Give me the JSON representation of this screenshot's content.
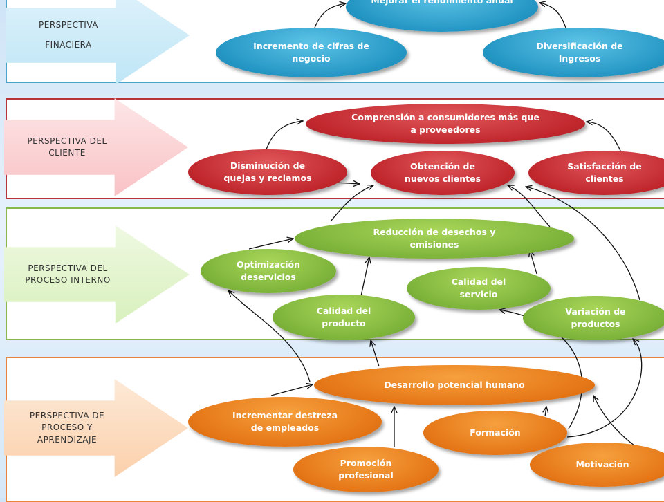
{
  "perspectives": {
    "financiera": {
      "line1": "PERSPECTIVA",
      "line2": "FINACIERA",
      "color": "#4aa3c9"
    },
    "cliente": {
      "line1": "PERSPECTIVA DEL",
      "line2": "CLIENTE",
      "color": "#b8333a"
    },
    "interno": {
      "line1": "PERSPECTIVA DEL",
      "line2": "PROCESO INTERNO",
      "color": "#86b84a"
    },
    "aprendizaje": {
      "line1": "PERSPECTIVA DE",
      "line2": "PROCESO Y",
      "line3": "APRENDIZAJE",
      "color": "#e8853a"
    }
  },
  "nodes": {
    "mejorar": "Mejorar el rendimiento anual",
    "incremento_cifras": "Incremento de cifras de negocio",
    "diversificacion": "Diversificación de Ingresos",
    "comprension": "Comprensión a consumidores más que a proveedores",
    "disminucion": "Disminución de quejas y reclamos",
    "obtencion": "Obtención de nuevos clientes",
    "satisfaccion": "Satisfacción de clientes",
    "reduccion": "Reducción de desechos y emisiones",
    "optimizacion": "Optimización deservicios",
    "calidad_servicio": "Calidad del servicio",
    "calidad_producto": "Calidad del producto",
    "variacion": "Variación de productos",
    "desarrollo": "Desarrollo potencial humano",
    "destreza": "Incrementar destreza de empleados",
    "formacion": "Formación",
    "promocion": "Promoción profesional",
    "motivacion": "Motivación"
  }
}
